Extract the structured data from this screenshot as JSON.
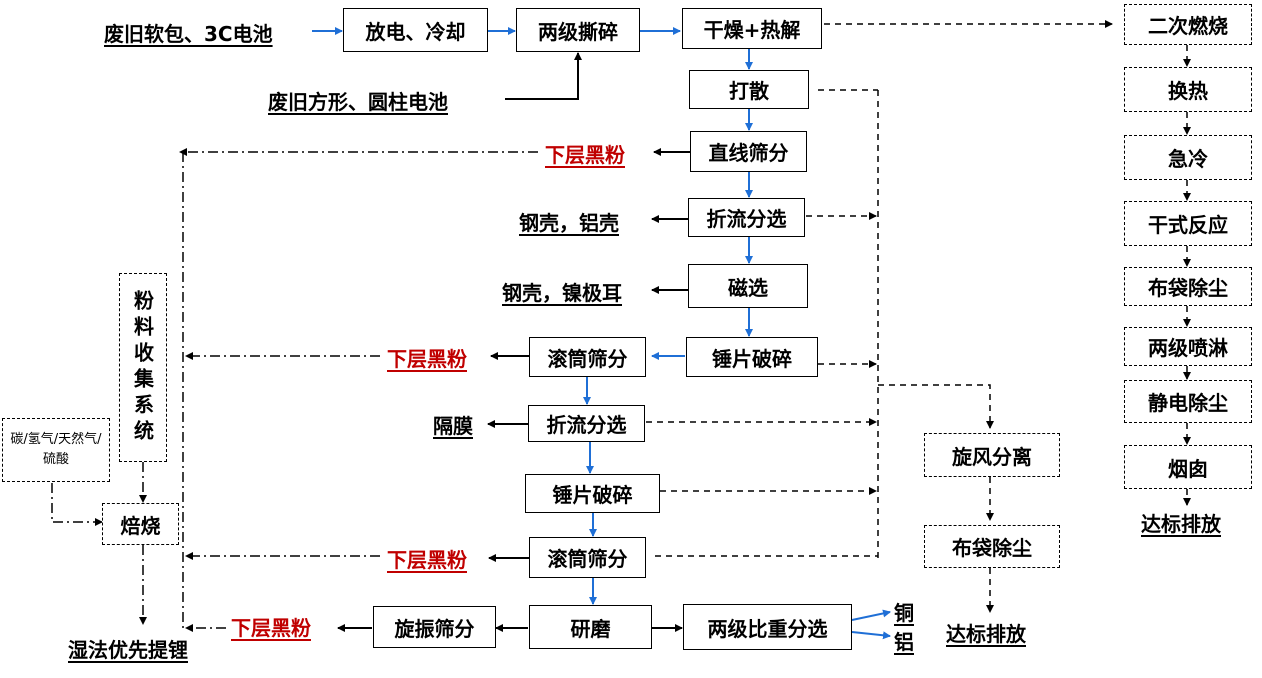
{
  "inputs": {
    "soft_pack": "废旧软包、3C电池",
    "prismatic": "废旧方形、圆柱电池"
  },
  "process": {
    "discharge": "放电、冷却",
    "shred2": "两级撕碎",
    "dry_pyro": "干燥+热解",
    "scatter": "打散",
    "linear_screen": "直线筛分",
    "fold_flow_1": "折流分选",
    "magnetic": "磁选",
    "hammer_1": "锤片破碎",
    "drum_1": "滚筒筛分",
    "fold_flow_2": "折流分选",
    "hammer_2": "锤片破碎",
    "drum_2": "滚筒筛分",
    "grind": "研磨",
    "vib_screen": "旋振筛分",
    "gravity": "两级比重分选"
  },
  "outputs": {
    "black_powder_1": "下层黑粉",
    "shell_al": "钢壳，铝壳",
    "shell_ni": "钢壳，镍极耳",
    "black_powder_2": "下层黑粉",
    "separator": "隔膜",
    "black_powder_3": "下层黑粉",
    "black_powder_4": "下层黑粉",
    "copper": "铜",
    "aluminum": "铝"
  },
  "gas_treatment": {
    "secondary_burn": "二次燃烧",
    "heat_exchange": "换热",
    "quench": "急冷",
    "dry_reaction": "干式反应",
    "bag_dust_1": "布袋除尘",
    "spray2": "两级喷淋",
    "esp": "静电除尘",
    "chimney": "烟囱",
    "emission_1": "达标排放"
  },
  "dust_treatment": {
    "cyclone": "旋风分离",
    "bag_dust_2": "布袋除尘",
    "emission_2": "达标排放"
  },
  "powder": {
    "collect": "粉料收集系统",
    "reagents": "碳/氢气/天然气/硫酸",
    "roast": "焙烧",
    "wet_li": "湿法优先提锂"
  },
  "colors": {
    "flow_blue": "#1f6fd6",
    "highlight_red": "#c00000",
    "line_black": "#000000"
  }
}
